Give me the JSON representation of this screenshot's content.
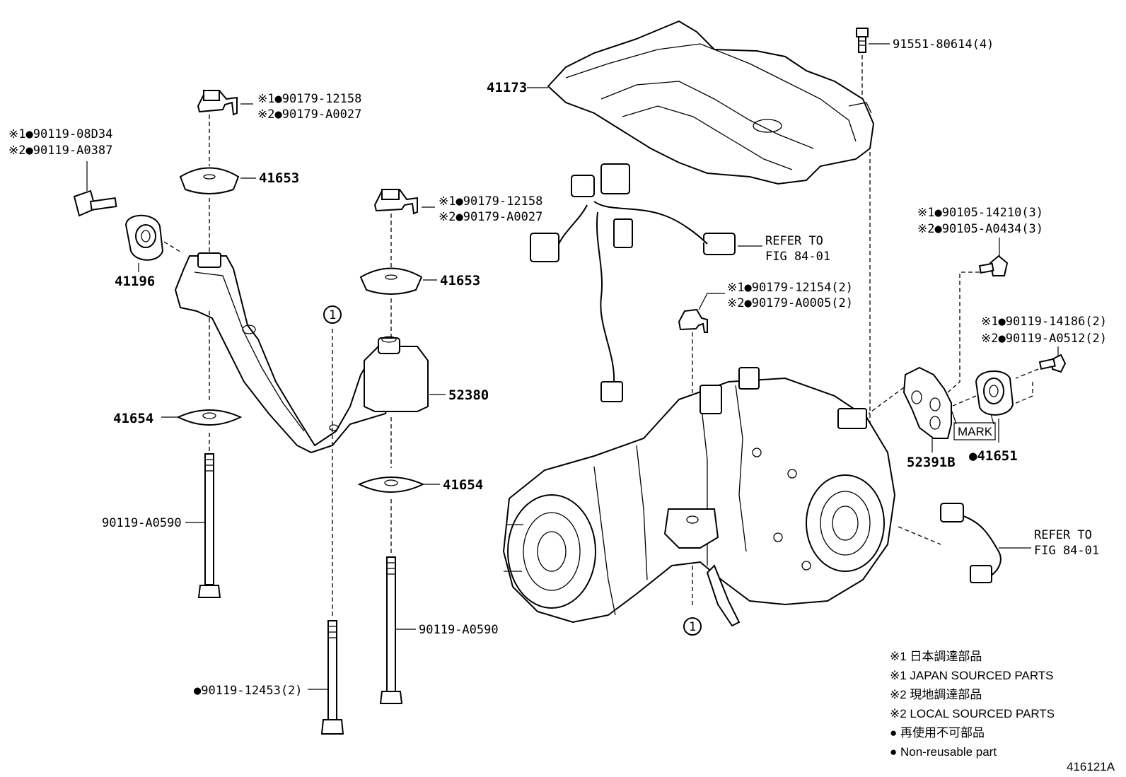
{
  "figure_id": "416121A",
  "callouts": {
    "c_91551": "91551-80614(4)",
    "c_41173": "41173",
    "c_top_nut_1": "※1●90179-12158",
    "c_top_nut_2": "※2●90179-A0027",
    "c_bolt_left_1": "※1●90119-08D34",
    "c_bolt_left_2": "※2●90119-A0387",
    "c_41653_a": "41653",
    "c_mid_nut_1": "※1●90179-12158",
    "c_mid_nut_2": "※2●90179-A0027",
    "c_41653_b": "41653",
    "c_41196": "41196",
    "c_52380": "52380",
    "c_41654_a": "41654",
    "c_41654_b": "41654",
    "c_90119_a0590_a": "90119-A0590",
    "c_90119_a0590_b": "90119-A0590",
    "c_90119_12453": "●90119-12453(2)",
    "c_refer_1_line1": "REFER TO",
    "c_refer_1_line2": "FIG 84-01",
    "c_refer_2_line1": "REFER TO",
    "c_refer_2_line2": "FIG 84-01",
    "c_diff_nut_1": "※1●90179-12154(2)",
    "c_diff_nut_2": "※2●90179-A0005(2)",
    "c_bracket_bolt_1": "※1●90105-14210(3)",
    "c_bracket_bolt_2": "※2●90105-A0434(3)",
    "c_bush_bolt_1": "※1●90119-14186(2)",
    "c_bush_bolt_2": "※2●90119-A0512(2)",
    "c_52391b": "52391B",
    "c_41651": "●41651",
    "c_mark": "MARK",
    "c_ref_circle_1": "1",
    "c_ref_circle_2": "1"
  },
  "legend": {
    "line1": "※1 日本調達部品",
    "line2": "※1 JAPAN SOURCED PARTS",
    "line3": "※2 現地調達部品",
    "line4": "※2 LOCAL SOURCED PARTS",
    "line5": "● 再使用不可部品",
    "line6": "● Non-reusable part"
  }
}
